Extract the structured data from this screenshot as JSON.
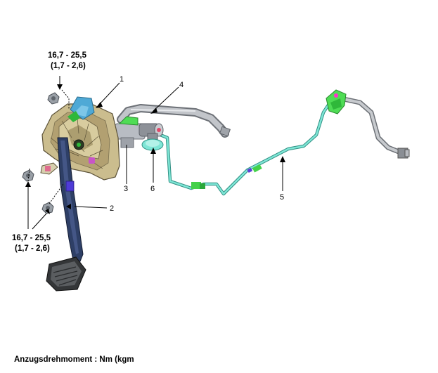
{
  "torque_top": {
    "line1": "16,7 - 25,5",
    "line2": "(1,7 - 2,6)"
  },
  "torque_bottom": {
    "line1": "16,7 - 25,5",
    "line2": "(1,7 - 2,6)"
  },
  "callouts": {
    "c1": "1",
    "c2": "2",
    "c3": "3",
    "c4": "4",
    "c5": "5",
    "c6": "6"
  },
  "footer": "Anzugsdrehmoment : Nm (kgm",
  "colors": {
    "bracket": "#c9b98a",
    "pedal": "#2e3f66",
    "hydraulic_line": "#5fd3c0",
    "fitting": "#44d14a",
    "hose": "#a9adb3"
  }
}
